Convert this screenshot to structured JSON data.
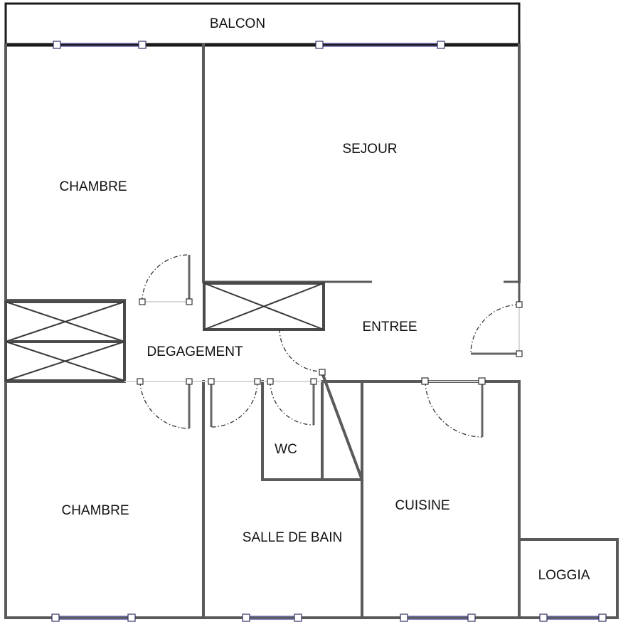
{
  "plan": {
    "rooms": {
      "balcon": "BALCON",
      "sejour": "SEJOUR",
      "chambre_nord": "CHAMBRE",
      "entree": "ENTREE",
      "degagement": "DEGAGEMENT",
      "wc": "WC",
      "chambre_sud": "CHAMBRE",
      "salle_de_bain": "SALLE DE BAIN",
      "cuisine": "CUISINE",
      "loggia": "LOGGIA"
    },
    "colors": {
      "wall": "#5a5a5a",
      "window": "#6666aa",
      "background": "#ffffff"
    }
  }
}
